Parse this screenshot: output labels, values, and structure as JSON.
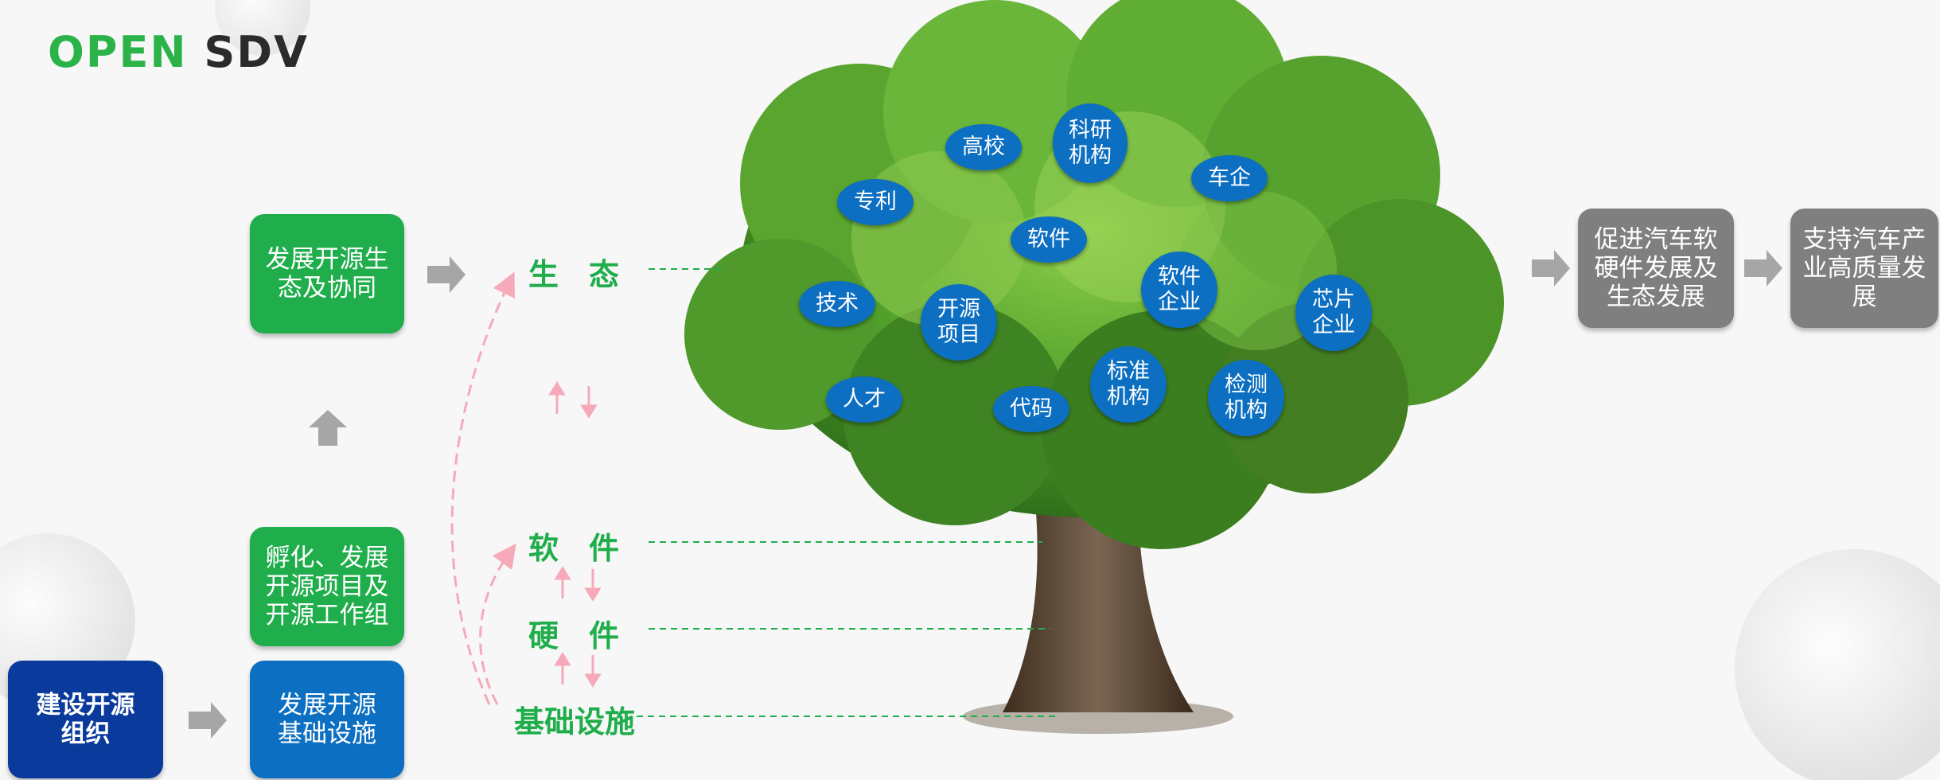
{
  "logo": {
    "part1": "OPEN",
    "part2": "SDV"
  },
  "left_boxes": {
    "eco": "发展开源生\n态及协同",
    "incubate": "孵化、发展\n开源项目及\n开源工作组",
    "infra": "发展开源\n基础设施",
    "org": "建设开源\n组织"
  },
  "layers": {
    "ecology": "生　态",
    "software": "软　件",
    "hardware": "硬　件",
    "infrastructure": "基础设施"
  },
  "tree_bubbles": [
    "高校",
    "科研\n机构",
    "车企",
    "专利",
    "软件",
    "软件\n企业",
    "芯片\n企业",
    "技术",
    "开源\n项目",
    "标准\n机构",
    "检测\n机构",
    "人才",
    "代码"
  ],
  "right_boxes": {
    "promote": "促进汽车软\n硬件发展及\n生态发展",
    "support": "支持汽车产\n业高质量发\n展"
  },
  "colors": {
    "brand_green": "#1fae4b",
    "bubble_blue": "#0c6fc1",
    "org_navy": "#0a3b9c",
    "result_grey": "#7f7f7f"
  }
}
